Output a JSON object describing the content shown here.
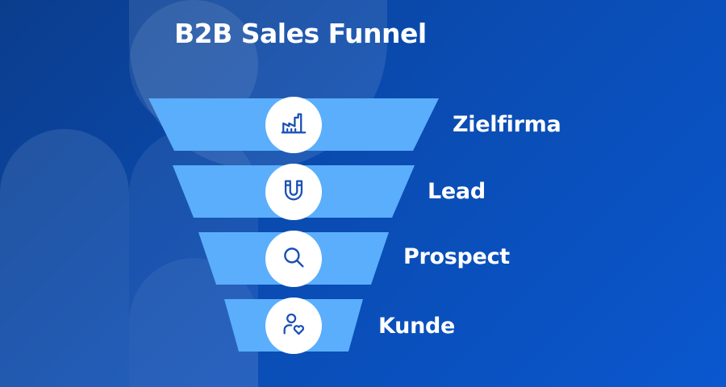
{
  "title": "B2B Sales Funnel",
  "colors": {
    "background": "#0a4bb0",
    "funnel_band": "#5aaefc",
    "icon_stroke": "#1a4fb5",
    "text": "#ffffff"
  },
  "stages": [
    {
      "label": "Zielfirma",
      "icon": "factory-icon"
    },
    {
      "label": "Lead",
      "icon": "magnet-icon"
    },
    {
      "label": "Prospect",
      "icon": "search-icon"
    },
    {
      "label": "Kunde",
      "icon": "user-heart-icon"
    }
  ]
}
